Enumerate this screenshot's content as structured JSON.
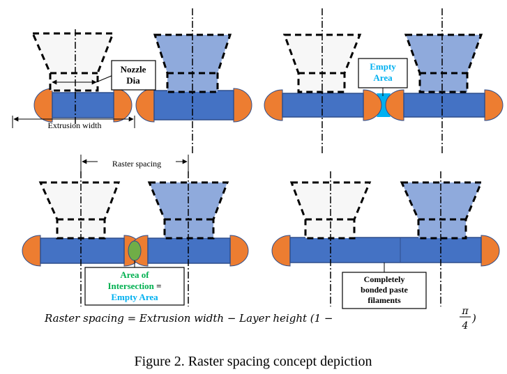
{
  "labels": {
    "nozzle_line1": "Nozzle",
    "nozzle_line2": "Dia",
    "extrusion_width": "Extrusion width",
    "empty_area_line1": "Empty",
    "empty_area_line2": "Area",
    "raster_spacing": "Raster spacing",
    "intersection_line1": "Area of",
    "intersection_line2_word": "Intersection",
    "intersection_line2_eq": " =",
    "intersection_line3": "Empty Area",
    "bonded_line1": "Completely",
    "bonded_line2": "bonded paste",
    "bonded_line3": "filaments"
  },
  "formula": {
    "left": "Raster spacing = Extrusion width − Layer height (1 −",
    "pi": "π",
    "four": "4",
    "close": ")"
  },
  "caption": "Figure 2. Raster spacing concept depiction",
  "colors": {
    "filament_blue": "#4472c4",
    "filament_edge": "#2f4e8c",
    "cap_orange": "#ed7d31",
    "nozzle_fill_light": "#f7f7f7",
    "nozzle_fill_blue": "#8faadc",
    "empty_area_cyan": "#00b0f0",
    "intersection_green": "#70ad47",
    "label_blue": "#00b0f0",
    "label_green": "#00b050"
  }
}
